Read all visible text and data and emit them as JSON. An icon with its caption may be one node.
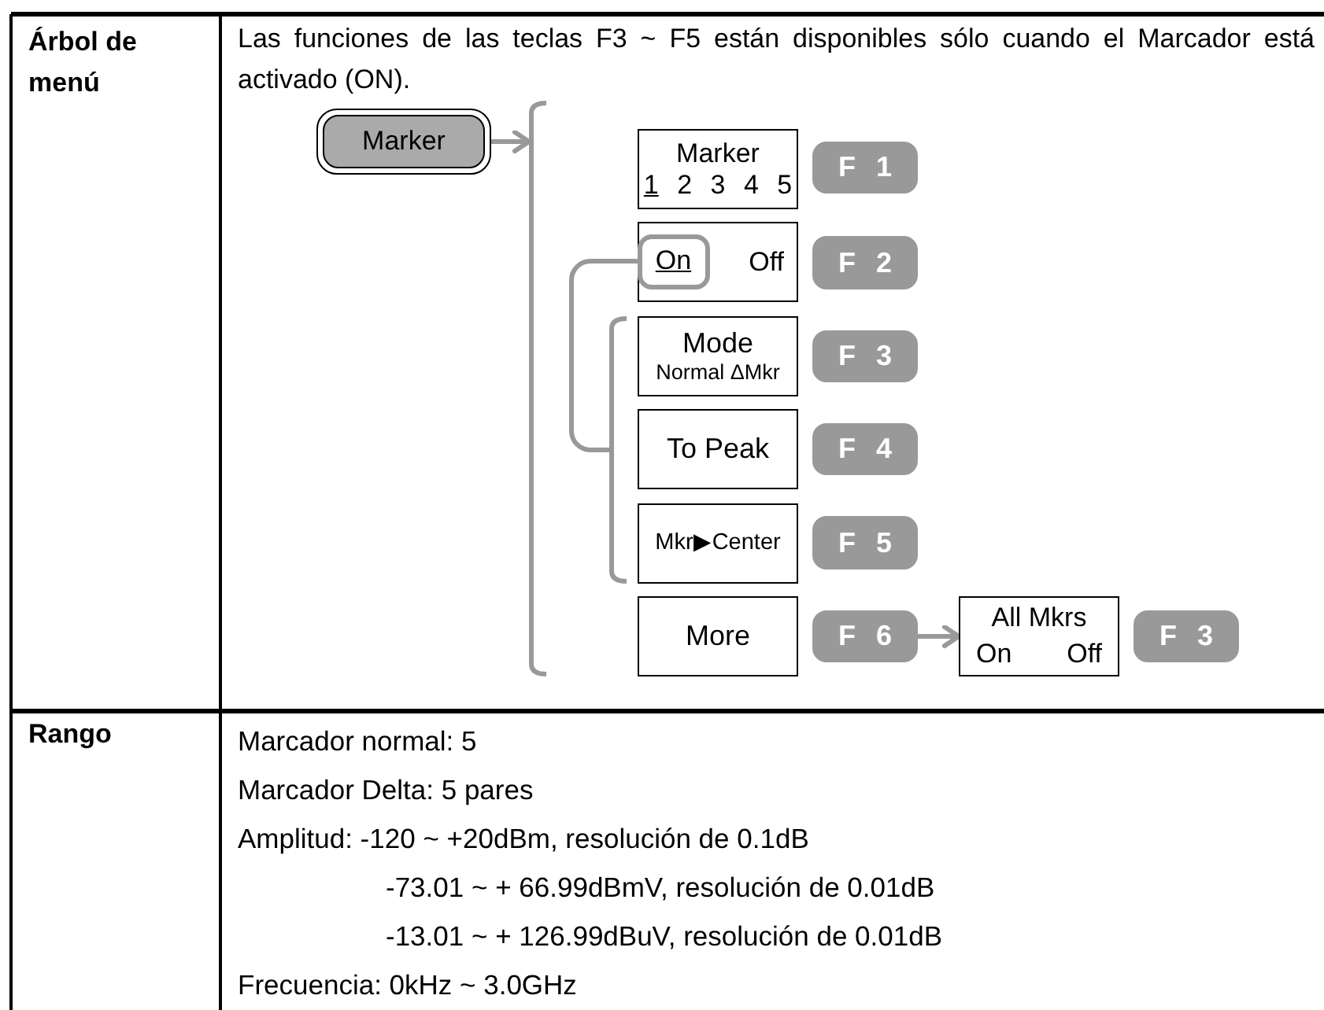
{
  "diagram": {
    "nodes": [
      {
        "text": [
          "Marker"
        ]
      },
      {
        "text": [],
        "shape": "bracket"
      },
      {
        "text": [
          "Marker",
          "1 2 3 4 5"
        ]
      },
      {
        "text": [
          "F 1"
        ]
      },
      {
        "text": [
          "Off"
        ]
      },
      {
        "text": [
          "On"
        ],
        "in": 4
      },
      {
        "text": [
          "F 2"
        ]
      },
      {
        "text": [],
        "shape": "bracket"
      },
      {
        "text": [
          "Mode",
          "Normal ΔMkr"
        ]
      },
      {
        "text": [
          "F 3"
        ]
      },
      {
        "text": [
          "To Peak"
        ]
      },
      {
        "text": [
          "F 4"
        ]
      },
      {
        "text": [
          "Mkr▶Center"
        ]
      },
      {
        "text": [
          "F 5"
        ]
      },
      {
        "text": [
          "More"
        ]
      },
      {
        "text": [
          "F 6"
        ]
      },
      {
        "text": [
          "All Mkrs",
          "On",
          "Off"
        ]
      },
      {
        "text": [
          "F 3"
        ]
      }
    ],
    "edges": [
      {
        "from": 0,
        "to": 1,
        "arrow": "to"
      },
      {
        "from": 5,
        "to": 7,
        "arrow": "none"
      },
      {
        "from": 15,
        "to": 16,
        "arrow": "to"
      }
    ],
    "labels": [
      "Árbol de menú",
      "Las funciones de las teclas F3 ~ F5 están disponibles sólo cuando el Marcador está activado (ON).",
      "Rango",
      "Marcador normal: 5",
      "Marcador Delta: 5 pares",
      "Amplitud: -120 ~ +20dBm, resolución de 0.1dB",
      "-73.01 ~ + 66.99dBmV, resolución de 0.01dB",
      "-13.01 ~ + 126.99dBuV, resolución de 0.01dB",
      "Frecuencia: 0kHz ~ 3.0GHz"
    ]
  }
}
